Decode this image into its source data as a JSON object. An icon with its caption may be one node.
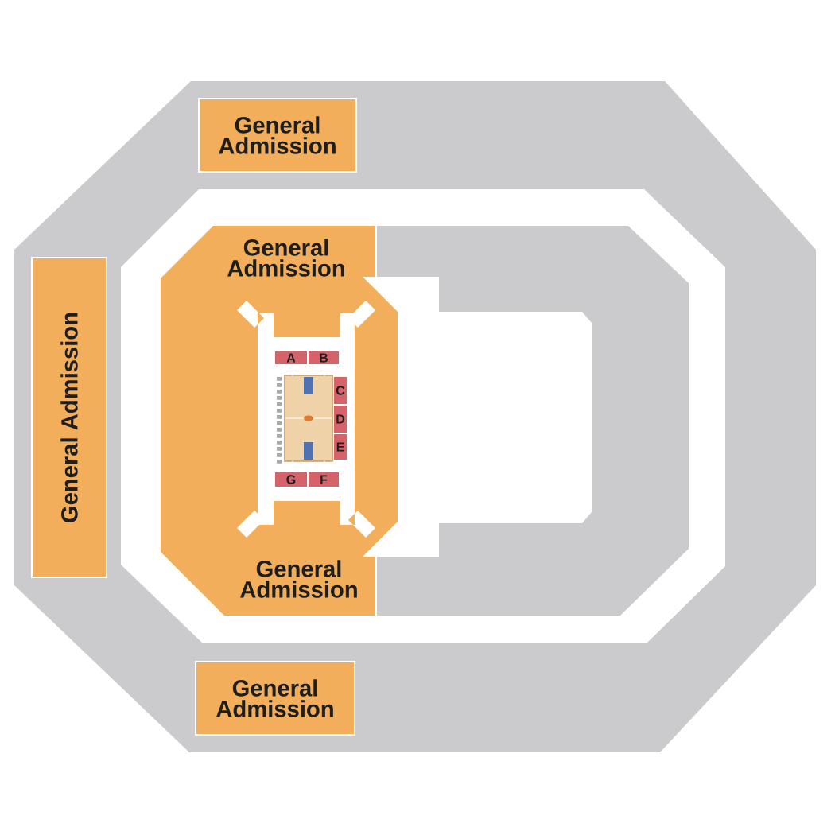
{
  "diagram": {
    "nodes": [
      {
        "text": [
          "General Admission"
        ]
      },
      {
        "text": [
          "General Admission"
        ]
      },
      {
        "text": [
          "General Admission",
          "General Admission"
        ]
      },
      {
        "text": [
          "A"
        ],
        "in": 2
      },
      {
        "text": [
          "B"
        ],
        "in": 2
      },
      {
        "text": [
          "C"
        ],
        "in": 2
      },
      {
        "text": [
          "D"
        ],
        "in": 2
      },
      {
        "text": [
          "E"
        ],
        "in": 2
      },
      {
        "text": [
          "G"
        ],
        "in": 2
      },
      {
        "text": [
          "F"
        ],
        "in": 2
      },
      {
        "text": [
          "General Admission"
        ]
      }
    ]
  }
}
